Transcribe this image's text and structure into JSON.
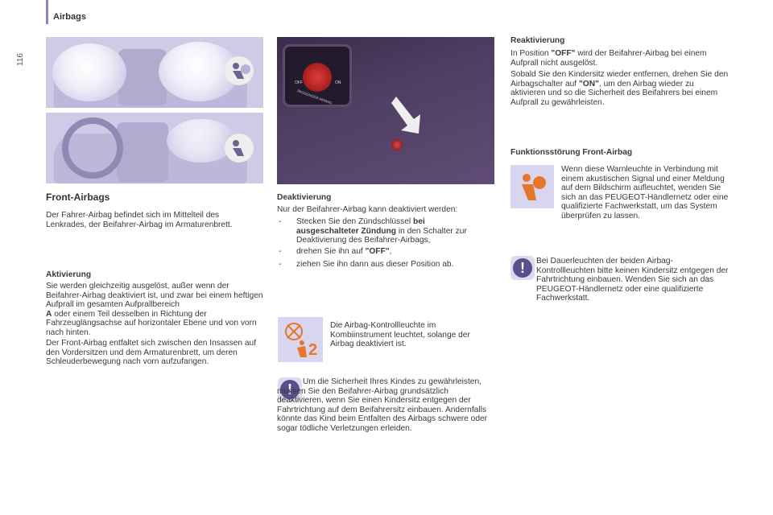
{
  "header": {
    "section_title": "Airbags",
    "page_number": "116"
  },
  "left": {
    "front_title": "Front-Airbags",
    "front_intro": "Der Fahrer-Airbag befindet sich im Mittelteil des Lenkrades, der Beifahrer-Airbag im Armaturenbrett.",
    "activation_heading": "Aktivierung",
    "activation_p1_a": "Sie werden gleichzeitig ausgelöst, außer wenn der Beifahrer-Airbag deaktiviert ist, und zwar bei einem heftigen Aufprall im gesamten Aufprallbereich",
    "activation_p1_bold": "A",
    "activation_p1_b": "oder einem Teil desselben in Richtung der Fahrzeuglängsachse auf horizontaler Ebene und von vorn nach hinten.",
    "activation_p2": "Der Front-Airbag entfaltet sich zwischen den Insassen auf den Vordersitzen und dem Armaturenbrett, um deren Schleuderbewegung nach vorn aufzufangen."
  },
  "middle": {
    "photo_switch_off": "OFF",
    "photo_switch_on": "ON",
    "photo_switch_caption": "PASSENGER AIRBAG",
    "deactivation_heading": "Deaktivierung",
    "deactivation_intro": "Nur der Beifahrer-Airbag kann deaktiviert werden:",
    "step1_a": "Stecken Sie den Zündschlüssel",
    "step1_bold": "bei ausgeschalteter Zündung",
    "step1_b": "in den Schalter zur Deaktivierung des Beifahrer-Airbags,",
    "step2_a": "drehen Sie ihn auf",
    "step2_bold": "\"OFF\"",
    "step2_b": ",",
    "step3": "ziehen Sie ihn dann aus dieser Position ab.",
    "dash": "-",
    "lamp_note": "Die Airbag-Kontrollleuchte im Kombiinstrument leuchtet, solange der Airbag deaktiviert ist.",
    "lamp_digit": "2",
    "warning_note": "Um die Sicherheit Ihres Kindes zu gewährleisten, müssen Sie den Beifahrer-Airbag grundsätzlich deaktivieren, wenn Sie einen Kindersitz entgegen der Fahrtrichtung auf dem Beifahrersitz einbauen. Andernfalls könnte das Kind beim Entfalten des Airbags schwere oder sogar tödliche Verletzungen erleiden.",
    "warning_glyph": "!"
  },
  "right": {
    "reactivation_heading": "Reaktivierung",
    "reactivation_p1_a": "In Position",
    "reactivation_p1_bold": "\"OFF\"",
    "reactivation_p1_b": "wird der Beifahrer-Airbag bei einem Aufprall nicht ausgelöst.",
    "reactivation_p2_a": "Sobald Sie den Kindersitz wieder entfernen, drehen Sie den Airbagschalter auf",
    "reactivation_p2_bold": "\"ON\"",
    "reactivation_p2_b": ", um den Airbag wieder zu aktivieren und so die Sicherheit des Beifahrers bei einem Aufprall zu gewährleisten.",
    "malfunction_heading": "Funktionsstörung Front-Airbag",
    "malfunction_text": "Wenn diese Warnleuchte in Verbindung mit einem akustischen Signal und einer Meldung auf dem Bildschirm aufleuchtet, wenden Sie sich an das PEUGEOT-Händlernetz oder eine qualifizierte Fachwerkstatt, um das System überprüfen zu lassen.",
    "warning2_text": "Bei Dauerleuchten der beiden Airbag-Kontrollleuchten bitte keinen Kindersitz entgegen der Fahrtrichtung einbauen. Wenden Sie sich an das PEUGEOT-Händlernetz oder eine qualifizierte Fachwerkstatt.",
    "warning_glyph": "!"
  },
  "colors": {
    "accent": "#8b86b8",
    "illustration_bg": "#cfcbe6",
    "warning_icon": "#5a4f8c",
    "airbag_orange": "#e8762a"
  }
}
